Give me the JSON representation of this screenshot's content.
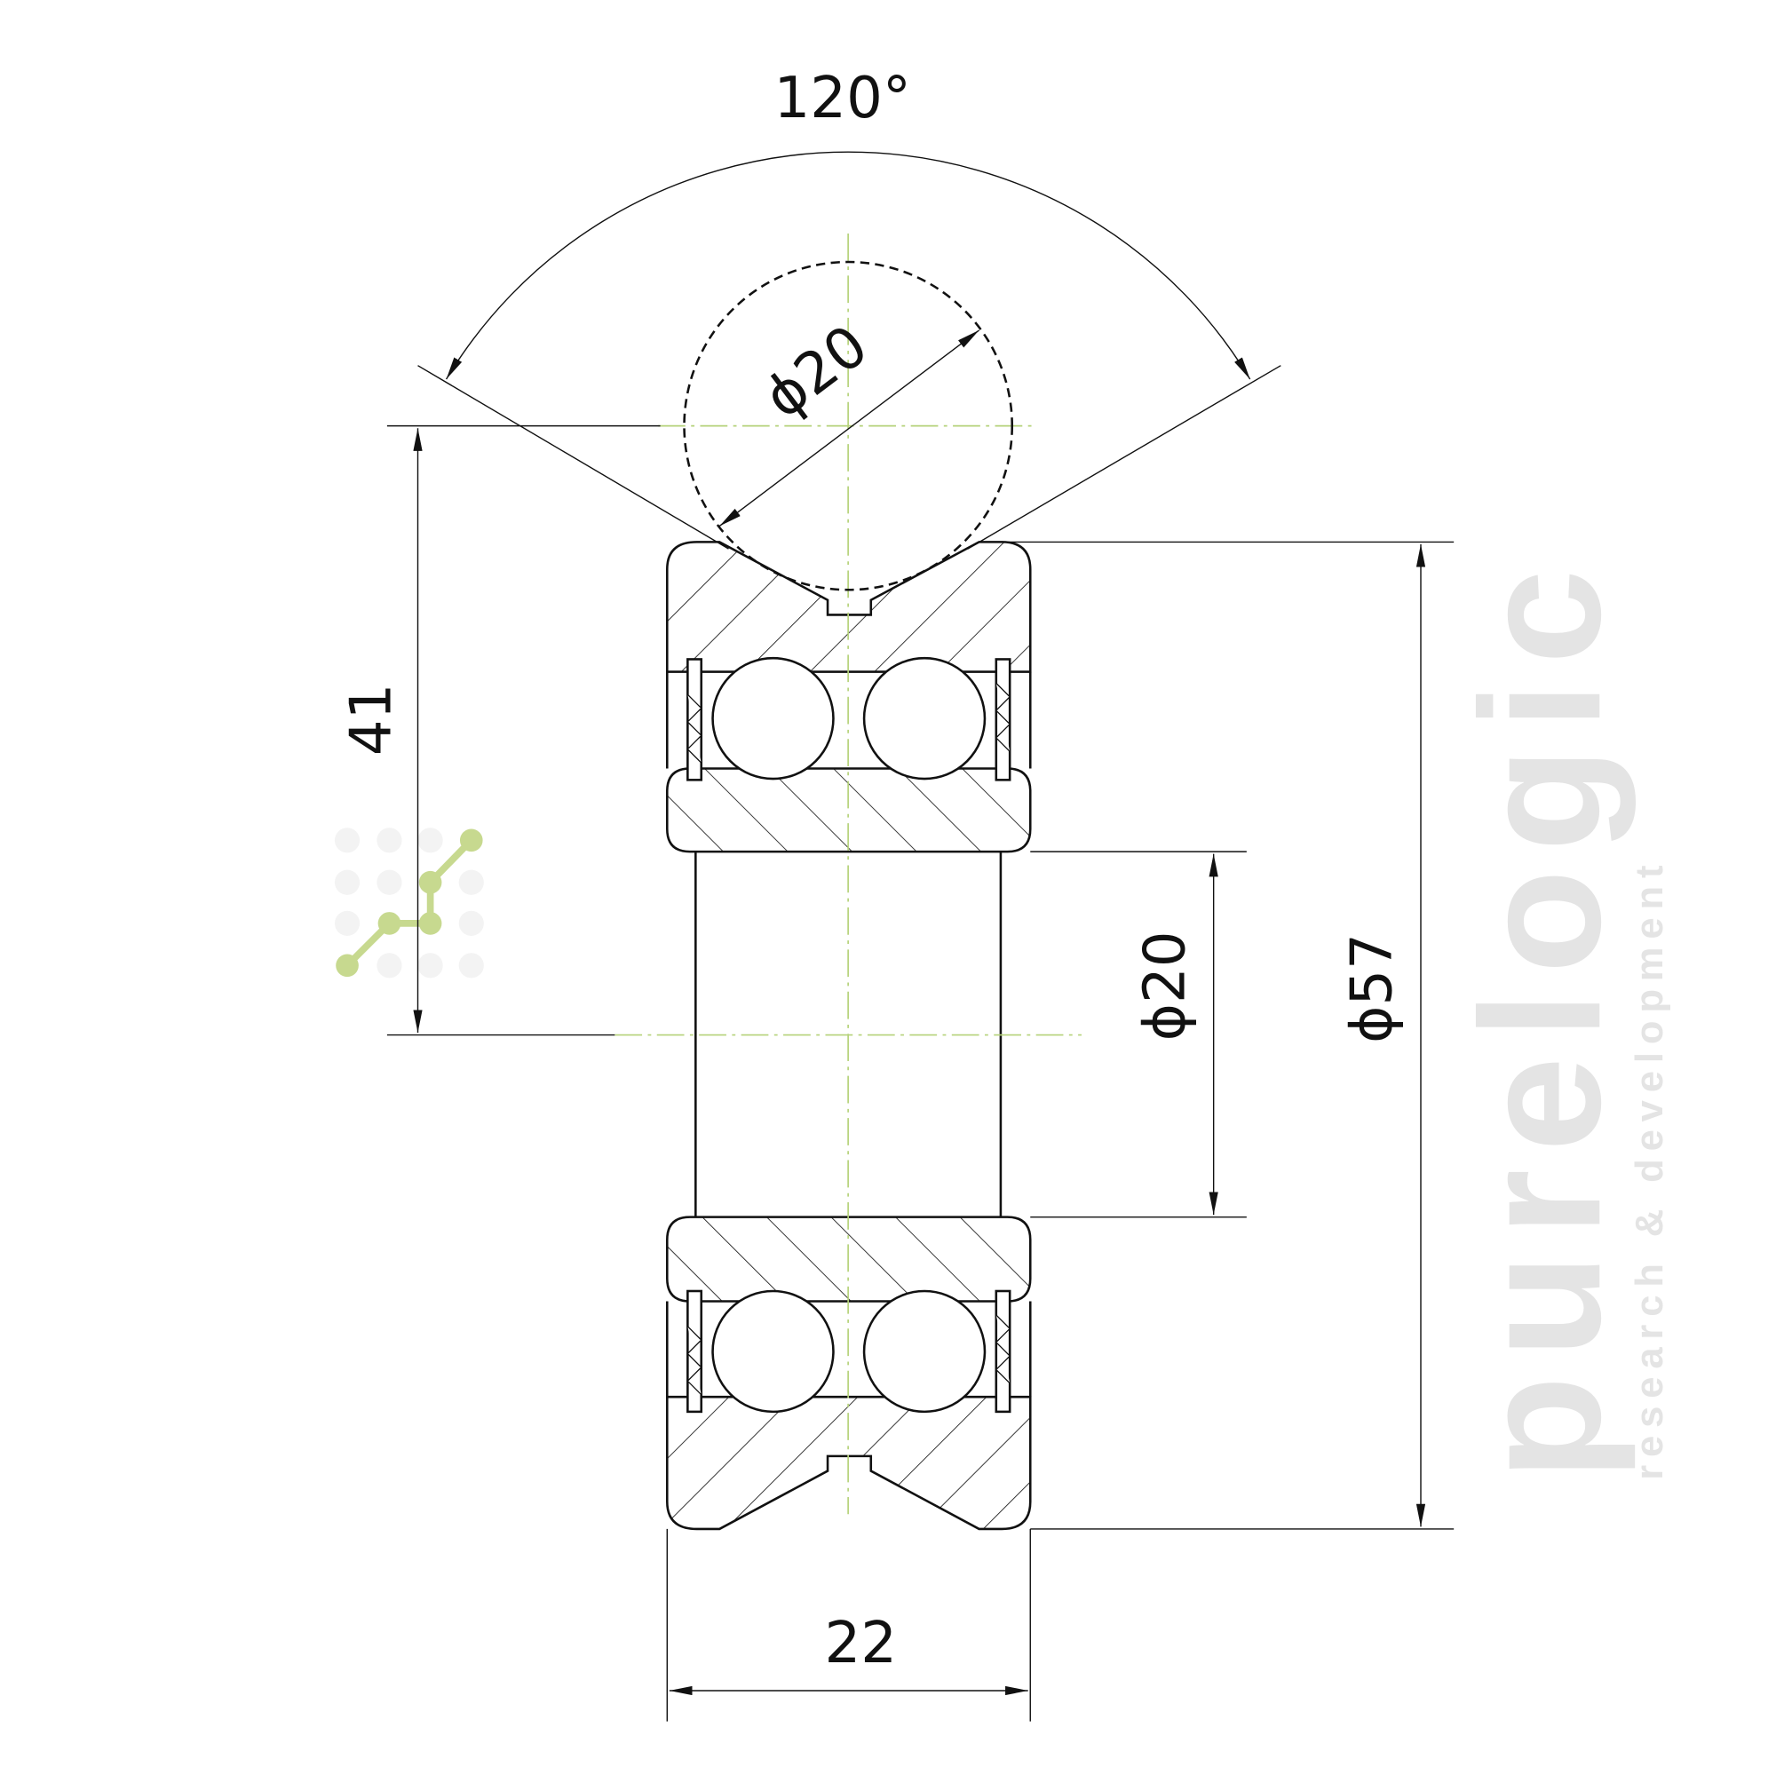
{
  "drawing": {
    "title": "V-groove double-row bearing roller",
    "dimensions": {
      "groove_angle": "120°",
      "ball_diameter": "ϕ20",
      "ball_center_height": "41",
      "bore_diameter": "ϕ20",
      "outer_diameter": "ϕ57",
      "width": "22"
    }
  },
  "watermark": {
    "brand": "purelogic",
    "tagline": "research & development"
  },
  "colors": {
    "line": "#111111",
    "centerline": "#b5d27a",
    "logo_green": "#c7d98f"
  }
}
